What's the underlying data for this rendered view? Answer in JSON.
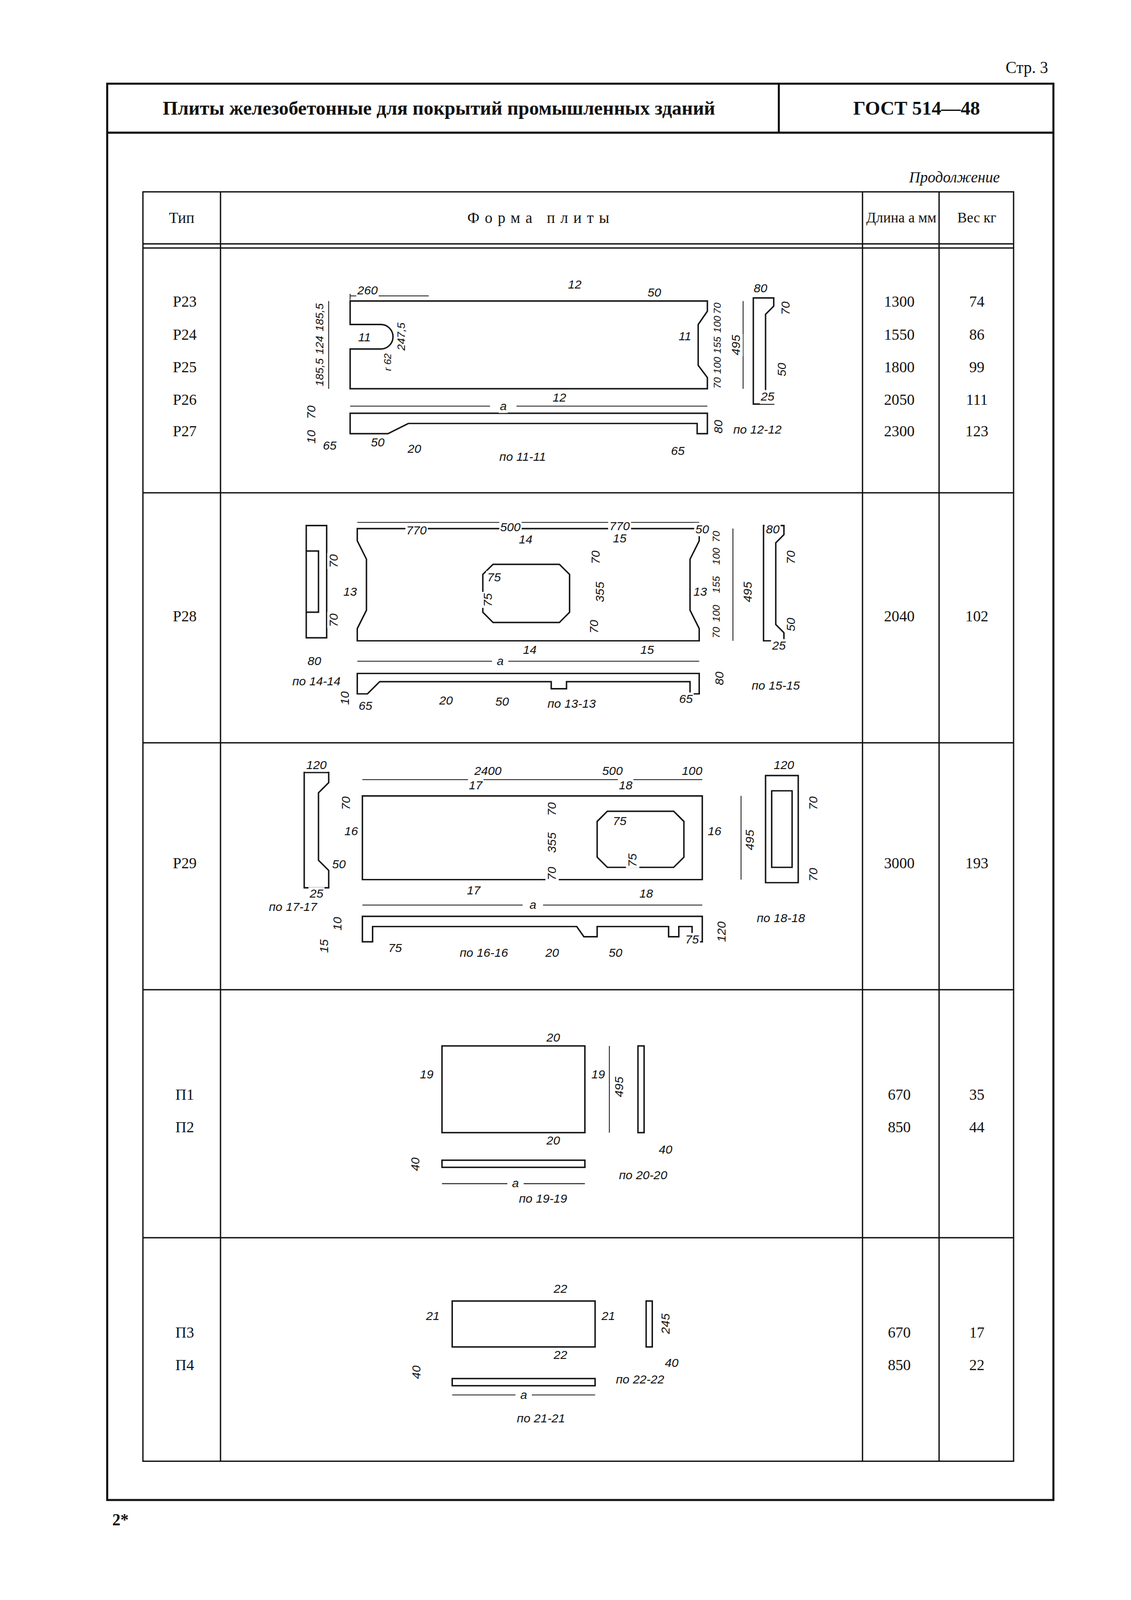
{
  "diagram": {
    "title": "Плиты железобетонные для покрытий промышленных зданий",
    "labels": [
      "Стр. 3",
      "ГОСТ 514—48",
      "Продолжение",
      "Тип",
      "Форма плиты",
      "Длина a мм",
      "Вес кг",
      "Р23",
      "1300",
      "74",
      "Р24",
      "1550",
      "86",
      "Р25",
      "1800",
      "99",
      "Р26",
      "2050",
      "111",
      "Р27",
      "2300",
      "123",
      "Р28",
      "2040",
      "102",
      "Р29",
      "3000",
      "193",
      "П1",
      "670",
      "35",
      "П2",
      "850",
      "44",
      "П3",
      "670",
      "17",
      "П4",
      "850",
      "22",
      "2*",
      "260",
      "12",
      "50",
      "185,5",
      "124",
      "185,5",
      "11",
      "247,5",
      "r 62",
      "11",
      "70",
      "100",
      "155",
      "100",
      "70",
      "80",
      "70",
      "495",
      "50",
      "25",
      "по 12-12",
      "a",
      "12",
      "70",
      "10",
      "65",
      "50",
      "20",
      "80",
      "65",
      "по 11-11",
      "770",
      "500",
      "14",
      "770",
      "15",
      "50",
      "70",
      "75",
      "75",
      "355",
      "70",
      "13",
      "13",
      "70",
      "100",
      "155",
      "100",
      "70",
      "495",
      "80",
      "70",
      "50",
      "25",
      "по 15-15",
      "70",
      "70",
      "80",
      "по 14-14",
      "10",
      "65",
      "a",
      "14",
      "15",
      "20",
      "50",
      "по 13-13",
      "65",
      "80",
      "2400",
      "17",
      "500",
      "18",
      "100",
      "70",
      "75",
      "355",
      "75",
      "70",
      "16",
      "16",
      "120",
      "70",
      "50",
      "25",
      "по 17-17",
      "120",
      "70",
      "495",
      "70",
      "по 18-18",
      "17",
      "a",
      "18",
      "15",
      "10",
      "75",
      "по 16-16",
      "20",
      "50",
      "75",
      "120",
      "20",
      "19",
      "19",
      "495",
      "20",
      "40",
      "a",
      "по 19-19",
      "40",
      "по 20-20",
      "22",
      "21",
      "21",
      "245",
      "22",
      "40",
      "a",
      "по 21-21",
      "40",
      "по 22-22"
    ]
  }
}
